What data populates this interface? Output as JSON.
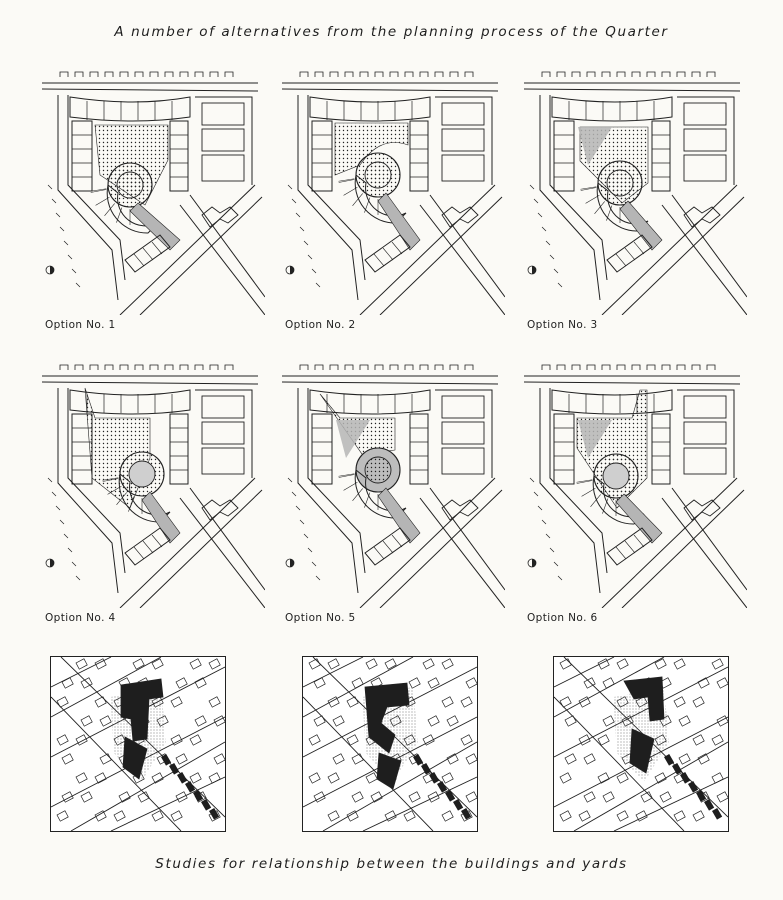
{
  "header": {
    "title": "A number of alternatives from the planning process of the Quarter"
  },
  "plans": [
    {
      "label": "Option No. 1"
    },
    {
      "label": "Option No. 2"
    },
    {
      "label": "Option No. 3"
    },
    {
      "label": "Option No. 4"
    },
    {
      "label": "Option No. 5"
    },
    {
      "label": "Option No. 6"
    }
  ],
  "studies_count": 3,
  "footer": {
    "caption": "Studies for relationship between the buildings and yards"
  },
  "colors": {
    "paper": "#fbfaf6",
    "ink": "#1e1e1e",
    "gray_fill": "#b5b5b5"
  }
}
